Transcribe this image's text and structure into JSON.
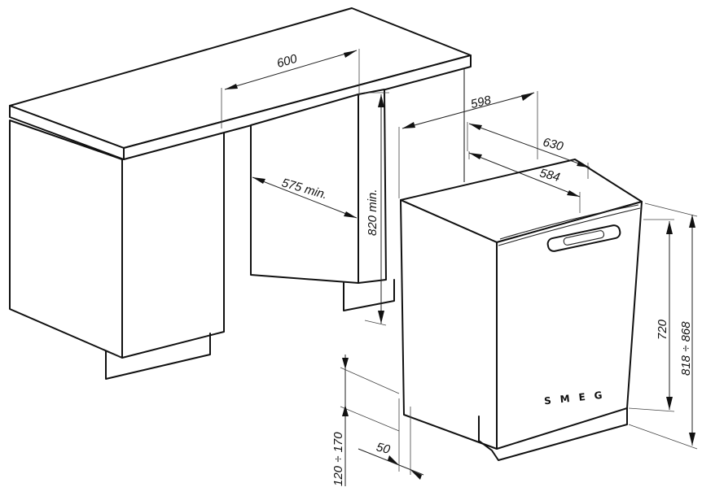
{
  "dimensions": {
    "counter_width": "600",
    "niche_depth": "575 min.",
    "niche_height": "820 min.",
    "appliance_width": "598",
    "appliance_depth_open": "630",
    "appliance_depth": "584",
    "door_height": "720",
    "total_height": "818 ÷ 868",
    "plinth_height": "120 ÷ 170",
    "plinth_setback": "50"
  },
  "appliance": {
    "brand_label": "SMEG"
  }
}
